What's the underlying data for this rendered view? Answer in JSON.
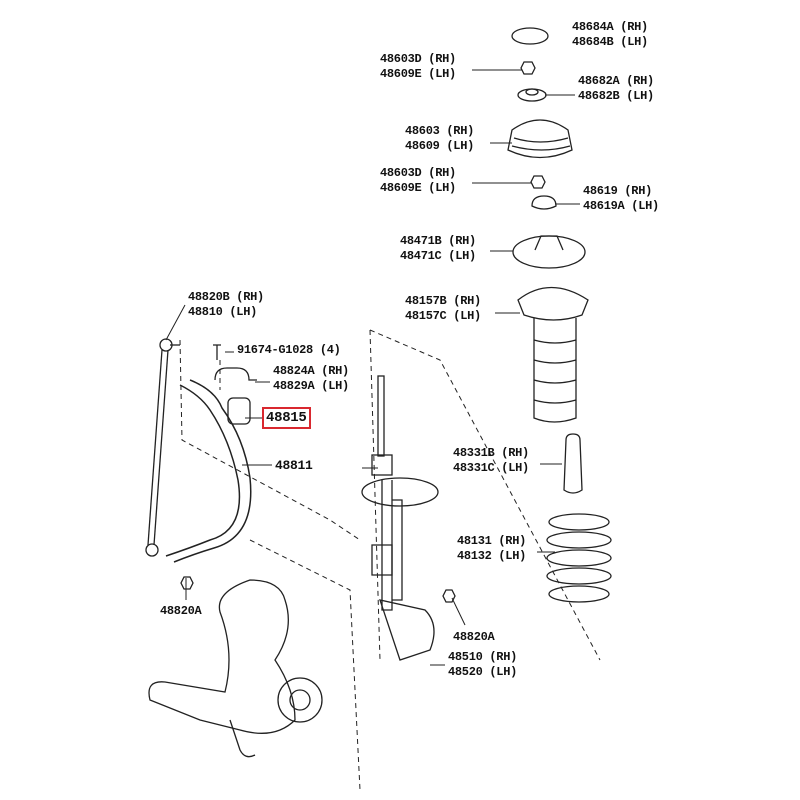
{
  "diagram": {
    "highlight_color": "#d9282f",
    "parts": [
      {
        "id": "mount-cap",
        "lines": [
          "48684A (RH)",
          "48684B (LH)"
        ]
      },
      {
        "id": "nut-upper",
        "lines": [
          "48603D (RH)",
          "48609E (LH)"
        ]
      },
      {
        "id": "bearing",
        "lines": [
          "48682A (RH)",
          "48682B (LH)"
        ]
      },
      {
        "id": "support",
        "lines": [
          "48603 (RH)",
          "48609 (LH)"
        ]
      },
      {
        "id": "nut-lower",
        "lines": [
          "48603D (RH)",
          "48609E (LH)"
        ]
      },
      {
        "id": "retainer",
        "lines": [
          "48619 (RH)",
          "48619A (LH)"
        ]
      },
      {
        "id": "upper-seat",
        "lines": [
          "48471B (RH)",
          "48471C (LH)"
        ]
      },
      {
        "id": "insulator",
        "lines": [
          "48157B (RH)",
          "48157C (LH)"
        ]
      },
      {
        "id": "stabilizer-link",
        "lines": [
          "48820B (RH)",
          "48810 (LH)"
        ]
      },
      {
        "id": "bolt",
        "lines": [
          "91674-G1028 (4)"
        ]
      },
      {
        "id": "bracket",
        "lines": [
          "48824A (RH)",
          "48829A (LH)"
        ]
      },
      {
        "id": "bushing",
        "lines": [
          "48815"
        ]
      },
      {
        "id": "stabilizer-bar",
        "lines": [
          "48811"
        ]
      },
      {
        "id": "bump-stopper",
        "lines": [
          "48331B (RH)",
          "48331C (LH)"
        ]
      },
      {
        "id": "coil-spring",
        "lines": [
          "48131 (RH)",
          "48132 (LH)"
        ]
      },
      {
        "id": "link-nut-left",
        "lines": [
          "48820A"
        ]
      },
      {
        "id": "link-nut-right",
        "lines": [
          "48820A"
        ]
      },
      {
        "id": "shock-absorber",
        "lines": [
          "48510 (RH)",
          "48520 (LH)"
        ]
      }
    ]
  }
}
